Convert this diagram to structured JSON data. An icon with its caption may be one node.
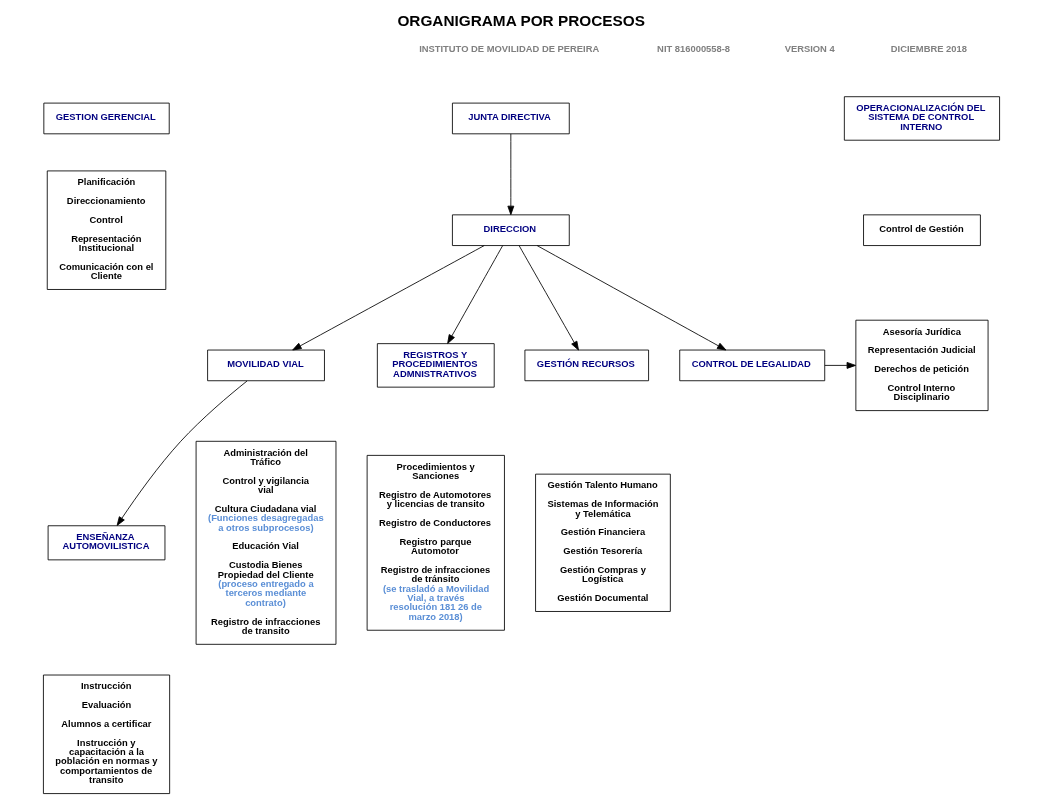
{
  "diagram": {
    "title": "ORGANIGRAMA POR PROCESOS",
    "nodes": [
      {
        "text": [
          "GESTION GERENCIAL"
        ]
      },
      {
        "text": [
          "Planificación",
          "Direccionamiento",
          "Control",
          "Representación Institucional",
          "Comunicación con el Cliente"
        ]
      },
      {
        "text": [
          "JUNTA DIRECTIVA"
        ]
      },
      {
        "text": [
          "DIRECCION"
        ]
      },
      {
        "text": [
          "OPERACIONALIZACIÓN DEL SISTEMA DE CONTROL INTERNO"
        ]
      },
      {
        "text": [
          "Control de Gestión"
        ]
      },
      {
        "text": [
          "CONTROL DE LEGALIDAD"
        ]
      },
      {
        "text": [
          "Asesoría Jurídica",
          "Representación Judicial",
          "Derechos de petición",
          "Control Interno Disciplinario"
        ]
      },
      {
        "text": [
          "MOVILIDAD VIAL"
        ]
      },
      {
        "text": [
          "REGISTROS Y PROCEDIMIENTOS ADMNISTRATIVOS"
        ]
      },
      {
        "text": [
          "GESTIÓN RECURSOS"
        ]
      },
      {
        "text": [
          "ENSEÑANZA AUTOMOVILISTICA"
        ]
      },
      {
        "text": [
          "Instrucción",
          "Evaluación",
          "Alumnos a certificar",
          "Instrucción y capacitación a la población en normas y comportamientos de transito"
        ]
      },
      {
        "text": [
          "Administración del Tráfico",
          "Control y vigilancia vial",
          "Cultura Ciudadana vial",
          "(Funciones desagregadas a otros subprocesos)",
          "Educación Vial",
          "Custodia Bienes Propiedad del Cliente",
          "(proceso entregado a terceros mediante contrato)",
          "Registro de infracciones de transito"
        ]
      },
      {
        "text": [
          "Procedimientos y Sanciones",
          "Registro de Automotores y licencias de transito",
          "Registro de Conductores",
          "Registro parque Automotor",
          "Registro de infracciones de tránsito",
          "(se trasladó a Movilidad Vial, a través resolución 181 26 de marzo 2018)"
        ]
      },
      {
        "text": [
          "Gestión Talento Humano",
          "Sistemas de Información y Telemática",
          "Gestión Financiera",
          "Gestión Tesorería",
          "Gestión Compras y Logística",
          "Gestión Documental"
        ]
      }
    ],
    "edges": [
      {
        "from": 2,
        "to": 3,
        "arrow": "to"
      },
      {
        "from": 3,
        "to": 6,
        "arrow": "to"
      },
      {
        "from": 6,
        "to": 7,
        "arrow": "to"
      },
      {
        "from": 3,
        "to": 8,
        "arrow": "to"
      },
      {
        "from": 3,
        "to": 9,
        "arrow": "to"
      },
      {
        "from": 3,
        "to": 10,
        "arrow": "to"
      },
      {
        "from": 8,
        "to": 11,
        "arrow": "to"
      }
    ],
    "labels": [
      "INSTITUTO DE MOVILIDAD DE PEREIRA",
      "NIT 816000558-8",
      "VERSION 4",
      "DICIEMBRE 2018"
    ]
  }
}
